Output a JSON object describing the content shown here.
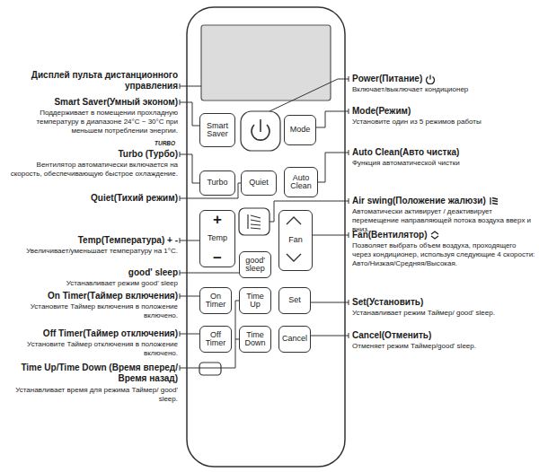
{
  "diagram": {
    "nodes": [
      {
        "text": [
          "Smart Saver"
        ]
      },
      {
        "text": [
          "Mode"
        ]
      },
      {
        "text": [
          "Turbo"
        ]
      },
      {
        "text": [
          "Quiet"
        ]
      },
      {
        "text": [
          "Auto Clean"
        ]
      },
      {
        "text": [
          "+",
          "Temp",
          "−"
        ]
      },
      {
        "text": [
          "Fan"
        ]
      },
      {
        "text": [
          "good' sleep"
        ]
      },
      {
        "text": [
          "On Timer"
        ]
      },
      {
        "text": [
          "Time Up"
        ]
      },
      {
        "text": [
          "Set"
        ]
      },
      {
        "text": [
          "Off Timer"
        ]
      },
      {
        "text": [
          "Time Down"
        ]
      },
      {
        "text": [
          "Cancel"
        ]
      }
    ],
    "labels": [
      "Дисплей пульта дистанционного управления",
      "Smart Saver(Умный эконом)",
      "Поддерживает в помещении прохладную температуру в диапазоне 24°C ~ 30°C при меньшем потреблении энергии.",
      "Turbo (Турбо)",
      "Вентилятор автоматически включается на скорость, обеспечивающую быстрое охлаждение.",
      "Quiet(Тихий режим)",
      "Temp(Температура) + -",
      "Увеличивает/уменьшает температуру на 1°C.",
      "good' sleep",
      "Устанавливает режим good' sleep",
      "On Timer(Таймер включения)",
      "Установите Таймер включения в положение включено.",
      "Off Timer(Таймер отключения)",
      "Установите Таймер отключения в положение включено.",
      "Time Up/Time Down (Время вперед/Время назад)",
      "Устанавливает время для режима Таймер/ good' sleep.",
      "Power(Питание)",
      "Включает/выключает кондиционер",
      "Mode(Режим)",
      "Установите один из 5 режимов работы",
      "Auto Clean(Авто чистка)",
      "Функция автоматической чистки",
      "Air swing(Положение жалюзи)",
      "Автоматически активирует / деактивирует перемещение направляющей потока воздуха вверх и вниз.",
      "Fan(Вентилятор)",
      "Позволяет выбрать объем воздуха, проходящего через кондиционер, используя следующие 4 скорости: Авто/Низкая/Средняя/Высокая.",
      "Set(Установить)",
      "Устанавливает режим Таймер/ good' sleep.",
      "Cancel(Отменить)",
      "Отменяет режим Таймер/good' sleep.",
      "TURBO"
    ]
  }
}
